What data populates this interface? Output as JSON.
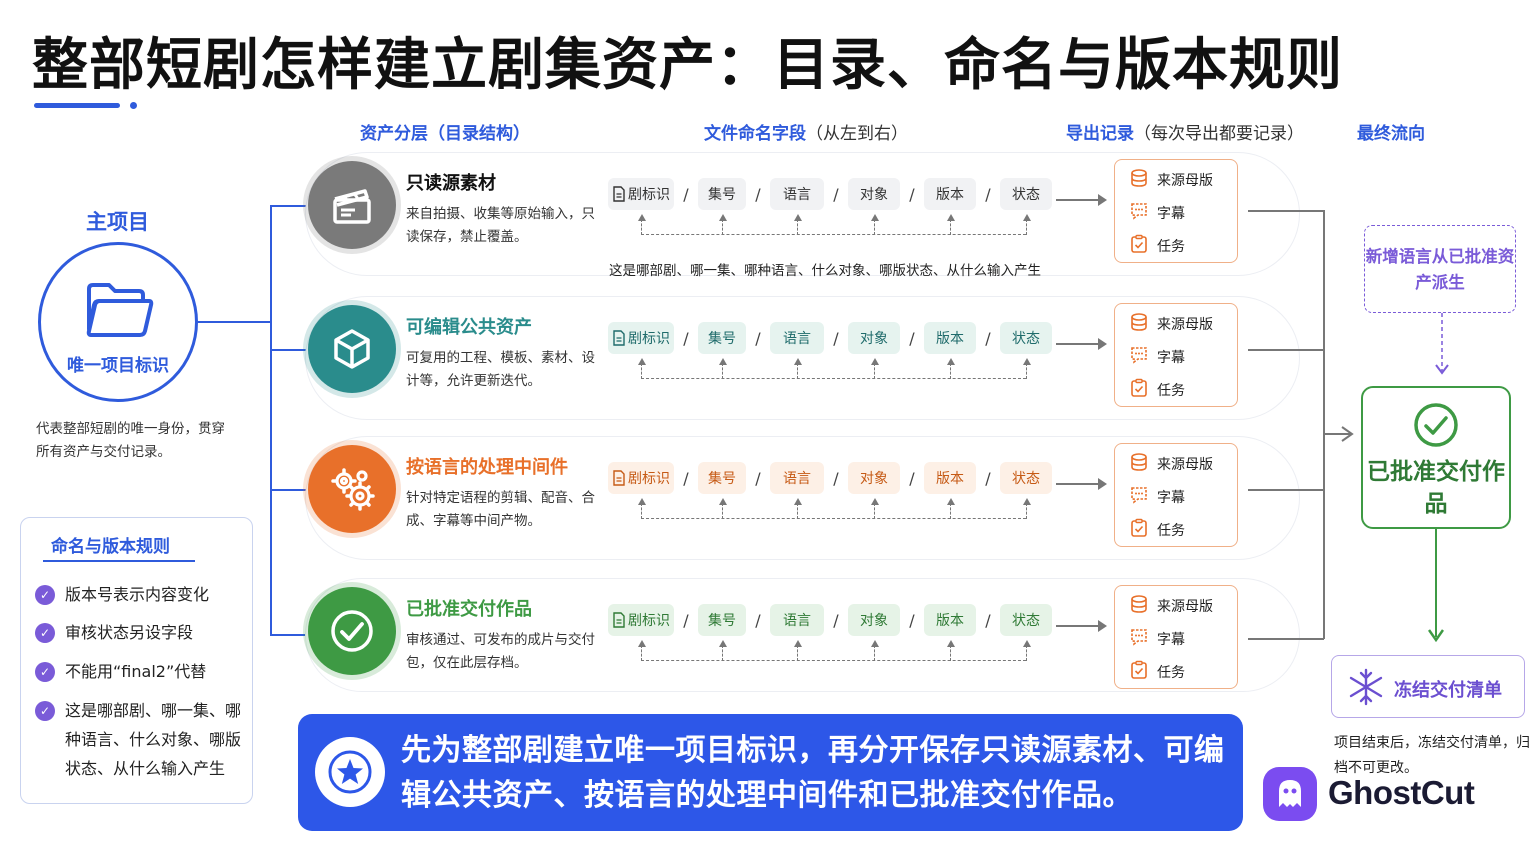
{
  "title": "整部短剧怎样建立剧集资产：目录、命名与版本规则",
  "columns": {
    "layer_head": "资产分层（目录结构）",
    "naming_head": "文件命名字段",
    "naming_sub": "（从左到右）",
    "export_head": "导出记录",
    "export_sub": "（每次导出都要记录）",
    "final_head": "最终流向"
  },
  "main_project": {
    "label": "主项目",
    "id_label": "唯一项目标识",
    "desc": "代表整部短剧的唯一身份，贯穿所有资产与交付记录。"
  },
  "rules": {
    "title": "命名与版本规则",
    "items": [
      "版本号表示内容变化",
      "审核状态另设字段",
      "不能用“final2”代替",
      "这是哪部剧、哪一集、哪种语言、什么对象、哪版状态、从什么输入产生"
    ]
  },
  "fields": [
    "剧标识",
    "集号",
    "语言",
    "对象",
    "版本",
    "状态"
  ],
  "separator": "/",
  "field_note": "这是哪部剧、哪一集、哪种语言、什么对象、哪版状态、从什么输入产生",
  "export_items": [
    "来源母版",
    "字幕",
    "任务"
  ],
  "rows": [
    {
      "title": "只读源素材",
      "desc": "来自拍摄、收集等原始输入，只读保存，禁止覆盖。",
      "color": "#7a7a7a",
      "icon": "clapperboard-icon"
    },
    {
      "title": "可编辑公共资产",
      "desc": "可复用的工程、模板、素材、设计等，允许更新迭代。",
      "color": "#2a8c8c",
      "icon": "cube-icon"
    },
    {
      "title": "按语言的处理中间件",
      "desc": "针对特定语程的剪辑、配音、合成、字幕等中间产物。",
      "color": "#e8702a",
      "icon": "gears-icon"
    },
    {
      "title": "已批准交付作品",
      "desc": "审核通过、可发布的成片与交付包，仅在此层存档。",
      "color": "#3e9a44",
      "icon": "check-circle-icon"
    }
  ],
  "final": {
    "new_lang": "新增语言从已批准资产派生",
    "approved": "已批准交付作品",
    "freeze": "冻结交付清单",
    "freeze_desc": "项目结束后，冻结交付清单，归档不可更改。"
  },
  "banner": "先为整部剧建立唯一项目标识，再分开保存只读源素材、可编辑公共资产、按语言的处理中间件和已批准交付作品。",
  "logo": "GhostCut",
  "colors": {
    "accent": "#2f5bdc",
    "green": "#3e9a44",
    "orange": "#e8702a",
    "teal": "#2a8c8c",
    "purple": "#7a5bd8"
  }
}
